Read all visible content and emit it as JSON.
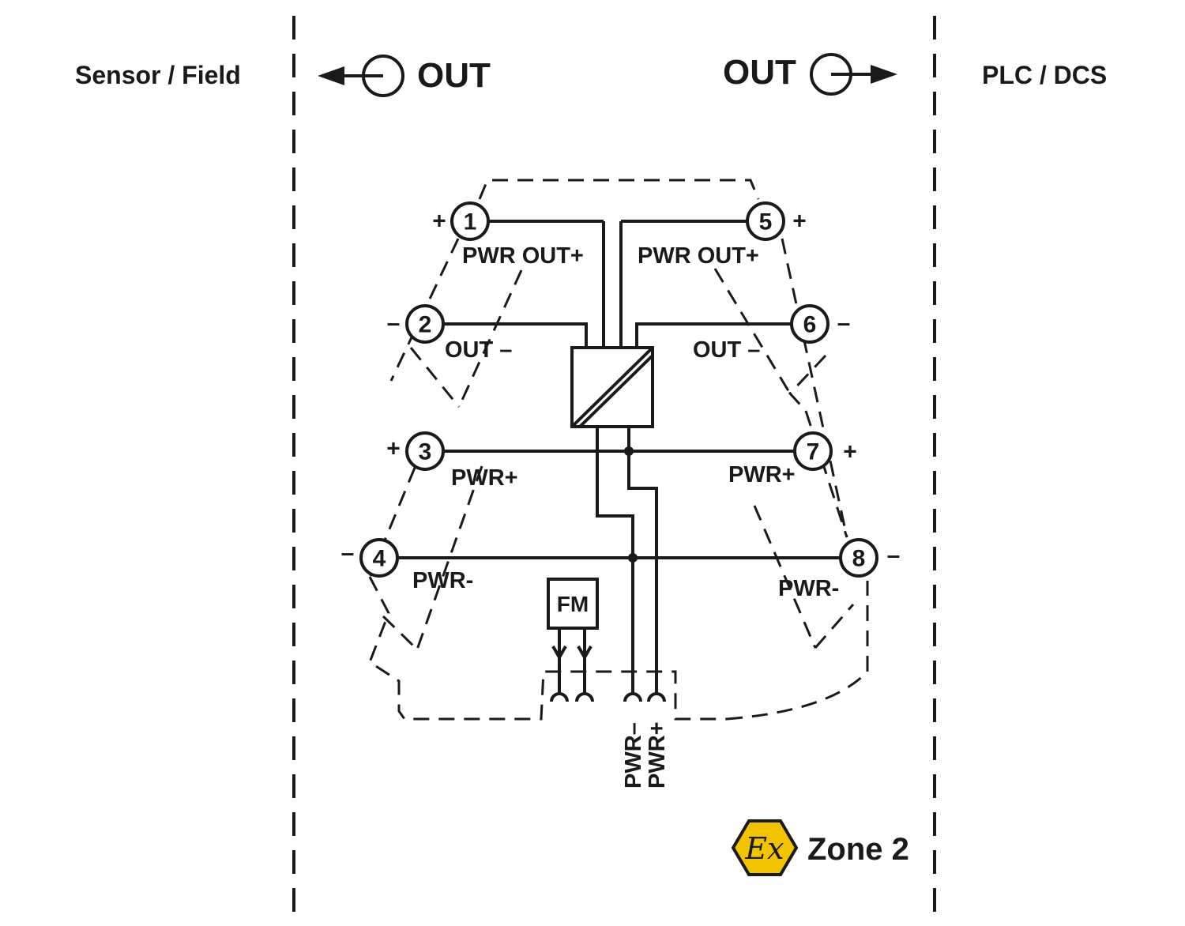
{
  "header": {
    "left_zone": "Sensor / Field",
    "right_zone": "PLC / DCS",
    "out_left": "OUT",
    "out_right": "OUT"
  },
  "terminals": [
    {
      "num": "1",
      "sign": "+"
    },
    {
      "num": "2",
      "sign": "–"
    },
    {
      "num": "3",
      "sign": "+"
    },
    {
      "num": "4",
      "sign": "–"
    },
    {
      "num": "5",
      "sign": "+"
    },
    {
      "num": "6",
      "sign": "–"
    },
    {
      "num": "7",
      "sign": "+"
    },
    {
      "num": "8",
      "sign": "–"
    }
  ],
  "labels": {
    "pwr_out_left": "PWR OUT+",
    "pwr_out_right": "PWR OUT+",
    "out_minus_left": "OUT –",
    "out_minus_right": "OUT –",
    "pwr_plus_left": "PWR+",
    "pwr_plus_right": "PWR+",
    "pwr_minus_left": "PWR-",
    "pwr_minus_right": "PWR-",
    "fm": "FM",
    "bus_minus": "PWR–",
    "bus_plus": "PWR+"
  },
  "ex": {
    "symbol": "Ex",
    "zone": "Zone 2",
    "color": "#f2c400"
  }
}
